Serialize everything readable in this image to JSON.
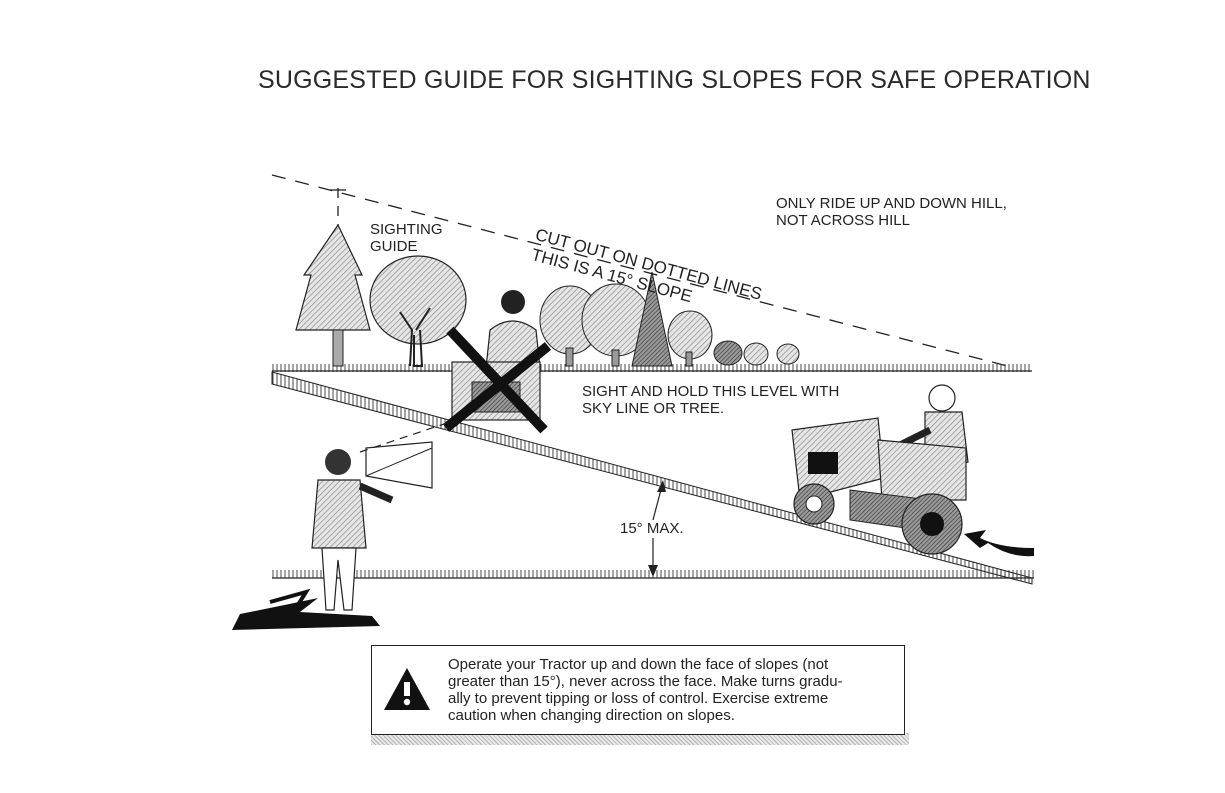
{
  "title": "SUGGESTED GUIDE FOR SIGHTING SLOPES FOR SAFE OPERATION",
  "labels": {
    "sighting_guide_line1": "SIGHTING",
    "sighting_guide_line2": "GUIDE",
    "cut_out": "CUT OUT ON DOTTED LINES",
    "this_is": "THIS IS A 15° SLOPE",
    "ride_line1": "ONLY RIDE UP AND DOWN HILL,",
    "ride_line2": "NOT ACROSS HILL",
    "sight_line1": "SIGHT AND HOLD THIS LEVEL WITH",
    "sight_line2": "SKY LINE OR TREE.",
    "max_angle": "15° MAX."
  },
  "warning": {
    "line1": "Operate your Tractor up and down the face of slopes (not",
    "line2": "greater than 15°), never across the face. Make turns gradu-",
    "line3": "ally to prevent tipping or loss of control. Exercise extreme",
    "line4": "caution when changing direction on slopes."
  },
  "colors": {
    "ink": "#1a1a1a",
    "shade": "#9a9a9a",
    "paper": "#ffffff"
  }
}
